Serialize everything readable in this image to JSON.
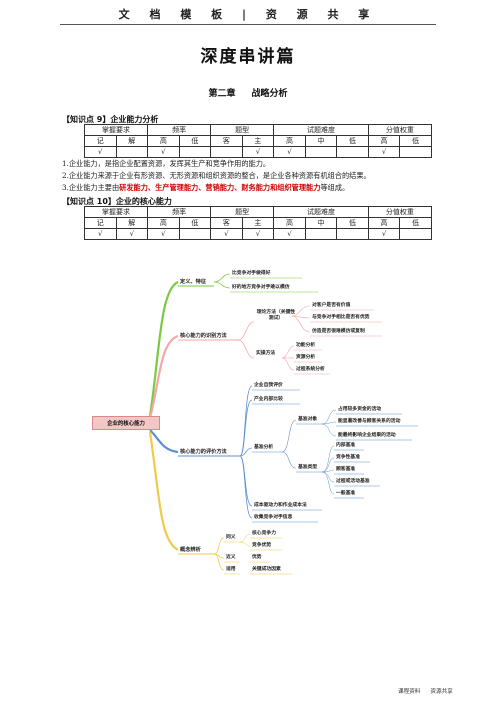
{
  "header": {
    "banner": "文 档 模 板 | 资 源 共 享"
  },
  "title": "深度串讲篇",
  "chapter": {
    "number": "第二章",
    "name": "战略分析"
  },
  "kp9": {
    "title": "【知识点 9】企业能力分析",
    "table_head1": [
      "掌握要求",
      "频率",
      "题型",
      "试题难度",
      "分值权重"
    ],
    "table_head2": [
      "记",
      "解",
      "高",
      "低",
      "客",
      "主",
      "高",
      "中",
      "低",
      "高",
      "低"
    ],
    "table_row": [
      "√",
      "",
      "√",
      "",
      "",
      "√",
      "√",
      "",
      "",
      "√",
      ""
    ],
    "paras": [
      "1.企业能力，是指企业配置资源，发挥其生产和竞争作用的能力。",
      "2.企业能力来源于企业有形资源、无形资源和组织资源的整合，是企业各种资源有机组合的结果。"
    ],
    "p3_prefix": "3.企业能力主要由",
    "p3_highlight": "研发能力、生产管理能力、营销能力、财务能力和组织管理能力",
    "p3_suffix": "等组成。"
  },
  "kp10": {
    "title": "【知识点 10】企业的核心能力",
    "table_head1": [
      "掌握要求",
      "频率",
      "题型",
      "试题难度",
      "分值权重"
    ],
    "table_head2": [
      "记",
      "解",
      "高",
      "低",
      "客",
      "主",
      "高",
      "中",
      "低",
      "高",
      "低"
    ],
    "table_row": [
      "√",
      "√",
      "√",
      "",
      "√",
      "√",
      "√",
      "",
      "",
      "√",
      ""
    ]
  },
  "mindmap": {
    "root": "企业的核心能力",
    "def": "定义、特征",
    "def_1": "比竞争对手做得好",
    "def_2": "好的地方竞争对手难以模仿",
    "identify": "核心能力的识别方法",
    "id_a": "理论方法（关键性测试）",
    "id_a1": "对客户是否有价值",
    "id_a2": "与竞争对手相比是否有优势",
    "id_a3": "仿造是否很难模仿或复制",
    "id_b": "实操方法",
    "id_b1": "功能分析",
    "id_b2": "资源分析",
    "id_b3": "过程系统分析",
    "evaluate": "核心能力的评价方法",
    "ev_1": "企业自我评价",
    "ev_2": "产业内部比较",
    "ev_3": "基准分析",
    "ev_3a": "基准对象",
    "ev_3a1": "占用较多资金的活动",
    "ev_3a2": "能显著改善与顾客关系的活动",
    "ev_3a3": "能最终影响企业结果的活动",
    "ev_3b": "基准类型",
    "ev_3b1": "内部基准",
    "ev_3b2": "竞争性基准",
    "ev_3b3": "顾客基准",
    "ev_3b4": "过程或活动基准",
    "ev_3b5": "一般基准",
    "ev_4": "成本驱动力和作业成本法",
    "ev_5": "收集竞争对手信息",
    "concept": "概念辨析",
    "c_1": "同义",
    "c_1a": "核心竞争力",
    "c_1b": "竞争优势",
    "c_2": "近义",
    "c_2a": "优势",
    "c_3": "适用",
    "c_3a": "关键成功因素"
  },
  "footer": {
    "left": "课程资料",
    "right": "资源共享"
  }
}
